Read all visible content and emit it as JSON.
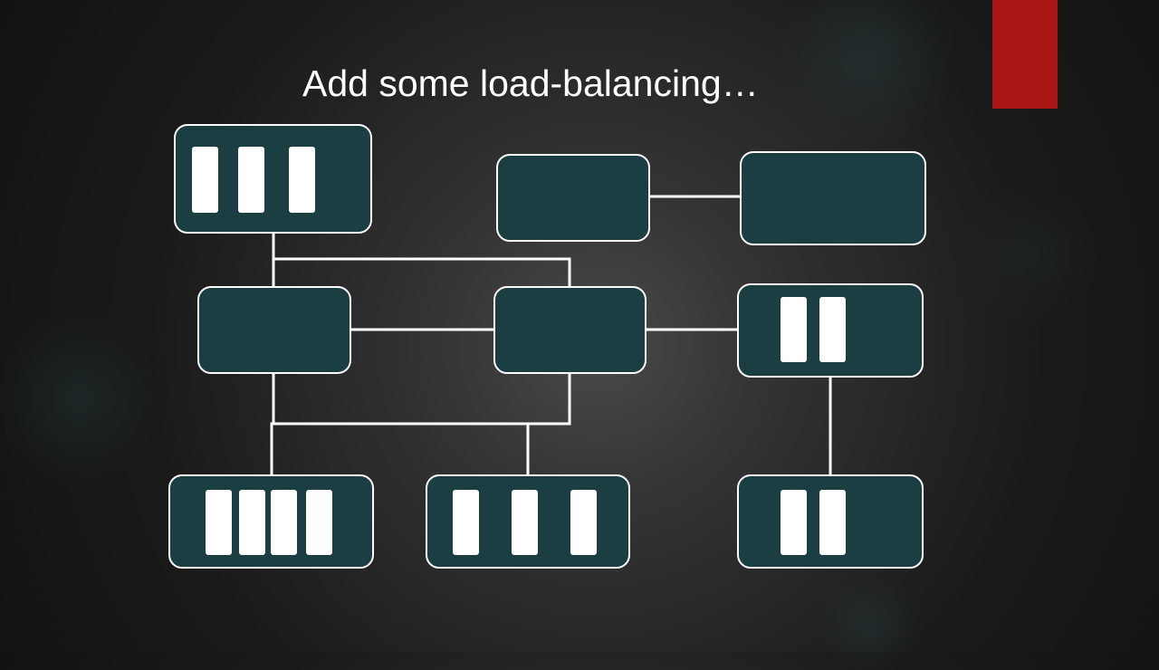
{
  "slide": {
    "title": "Add some load-balancing…"
  },
  "colors": {
    "node_fill": "#1a3e42",
    "node_border": "#ffffff",
    "connector": "#ffffff",
    "accent": "#a91616"
  },
  "diagram": {
    "nodes": [
      {
        "id": "top-left",
        "slots": 3
      },
      {
        "id": "top-middle",
        "slots": 0
      },
      {
        "id": "top-right",
        "slots": 0
      },
      {
        "id": "middle-left",
        "slots": 0
      },
      {
        "id": "middle-center",
        "slots": 0
      },
      {
        "id": "middle-right",
        "slots": 2
      },
      {
        "id": "bottom-left",
        "slots": 4
      },
      {
        "id": "bottom-center",
        "slots": 3
      },
      {
        "id": "bottom-right",
        "slots": 2
      }
    ],
    "links": [
      [
        "top-left",
        "middle-left"
      ],
      [
        "top-left",
        "middle-center"
      ],
      [
        "top-middle",
        "top-right"
      ],
      [
        "middle-left",
        "middle-center"
      ],
      [
        "middle-center",
        "middle-right"
      ],
      [
        "middle-left",
        "bottom-left"
      ],
      [
        "middle-center",
        "bottom-left"
      ],
      [
        "middle-center",
        "bottom-center"
      ],
      [
        "middle-right",
        "bottom-right"
      ]
    ]
  }
}
